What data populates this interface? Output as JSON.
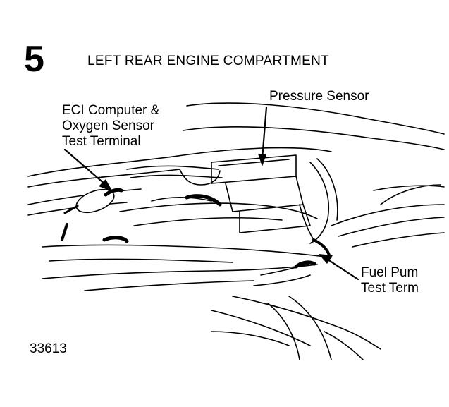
{
  "figure": {
    "number": "5",
    "title": "LEFT REAR ENGINE COMPARTMENT",
    "id": "33613"
  },
  "callouts": {
    "pressure_sensor": "Pressure Sensor",
    "eci": [
      "ECI Computer &",
      "Oxygen Sensor",
      "Test Terminal"
    ],
    "fuel_pump": [
      "Fuel Pum",
      "Test Term"
    ]
  },
  "colors": {
    "ink": "#000000",
    "paper": "#ffffff"
  }
}
